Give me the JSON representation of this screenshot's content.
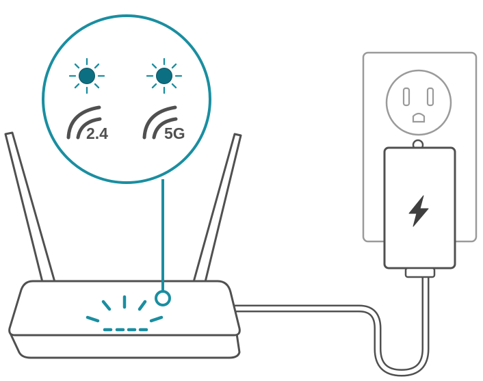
{
  "colors": {
    "outline": "#505050",
    "outlet_outline": "#9a9a9a",
    "accent": "#1a8ea0",
    "led_fill": "#0d6f82",
    "background": "#ffffff"
  },
  "leds": [
    {
      "label": "2.4",
      "icon": "wifi-signal-icon",
      "state": "lit"
    },
    {
      "label": "5G",
      "icon": "wifi-signal-icon",
      "state": "lit"
    }
  ],
  "power_adapter": {
    "icon": "lightning-bolt-icon"
  },
  "router": {
    "status_indicator": "blinking"
  }
}
